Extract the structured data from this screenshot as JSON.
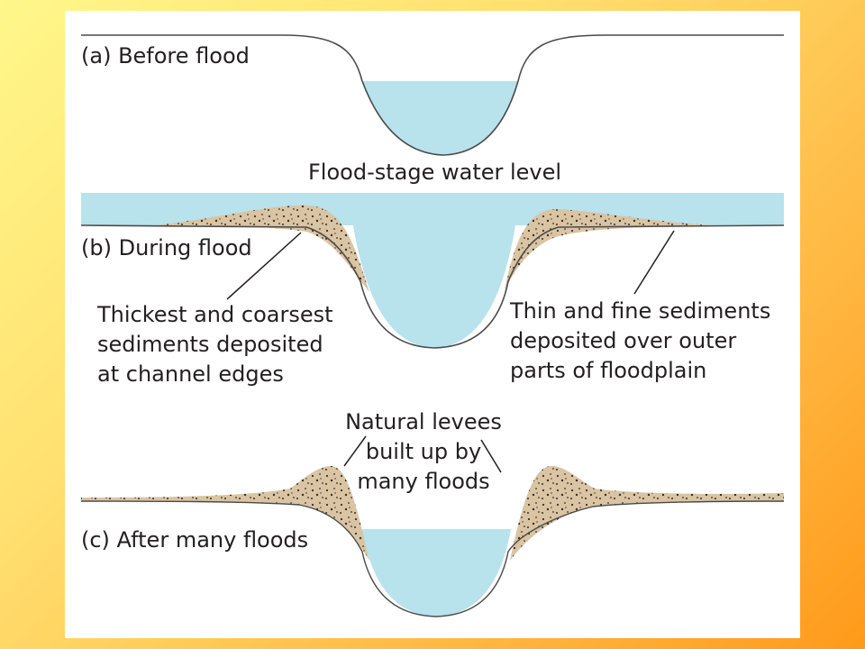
{
  "labels": {
    "before_flood": "(a) Before flood",
    "flood_stage": "Flood-stage water level",
    "during_flood": "(b) During flood",
    "thickest_1": "Thickest and coarsest",
    "thickest_2": "sediments deposited",
    "thickest_3": "at channel edges",
    "thin_1": "Thin and fine sediments",
    "thin_2": "deposited over outer",
    "thin_3": "parts of floodplain",
    "levees_1": "Natural levees",
    "levees_2": "built up by",
    "levees_3": "many floods",
    "after_floods": "(c) After many floods"
  },
  "colors": {
    "water": "#b8e2ec",
    "sediment": "#d9c4a3",
    "sediment_dots": "#3a2d22",
    "outline": "#4a4a4a",
    "background_light": "#fff78a",
    "background_dark": "#ff9a1a"
  }
}
